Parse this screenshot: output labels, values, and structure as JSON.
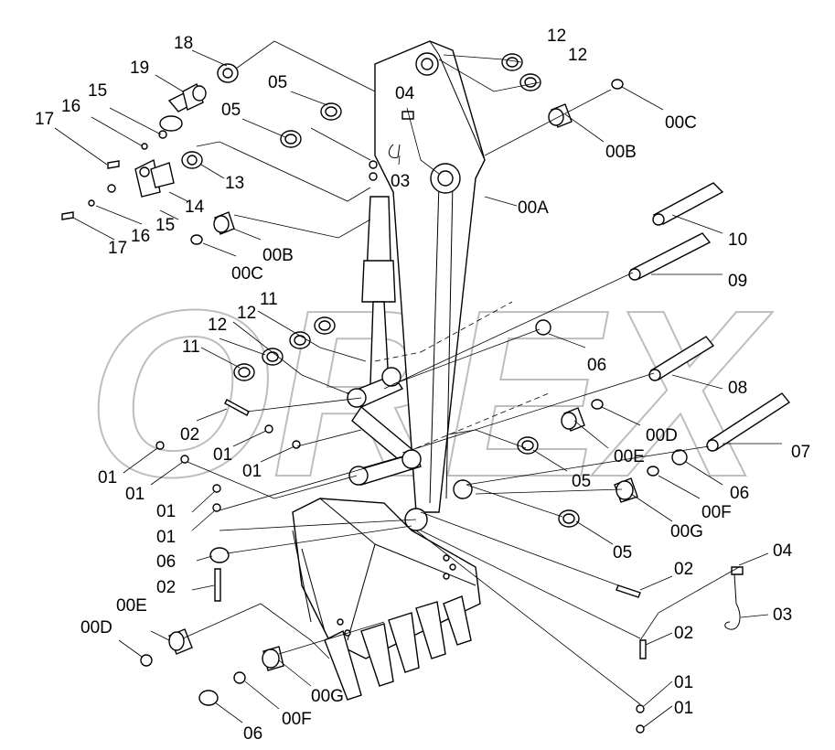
{
  "watermark": "OREX",
  "corner_mark": "",
  "labels": [
    "18",
    "19",
    "15",
    "16",
    "17",
    "05",
    "05",
    "04",
    "03",
    "13",
    "14",
    "15",
    "16",
    "17",
    "00B",
    "00C",
    "12",
    "12",
    "00C",
    "00B",
    "00A",
    "10",
    "09",
    "11",
    "12",
    "11",
    "12",
    "02",
    "01",
    "01",
    "01",
    "01",
    "01",
    "01",
    "06",
    "02",
    "00E",
    "00D",
    "00G",
    "00F",
    "06",
    "06",
    "08",
    "00D",
    "00E",
    "07",
    "06",
    "05",
    "00F",
    "00G",
    "05",
    "02",
    "04",
    "03",
    "02",
    "01",
    "01"
  ]
}
